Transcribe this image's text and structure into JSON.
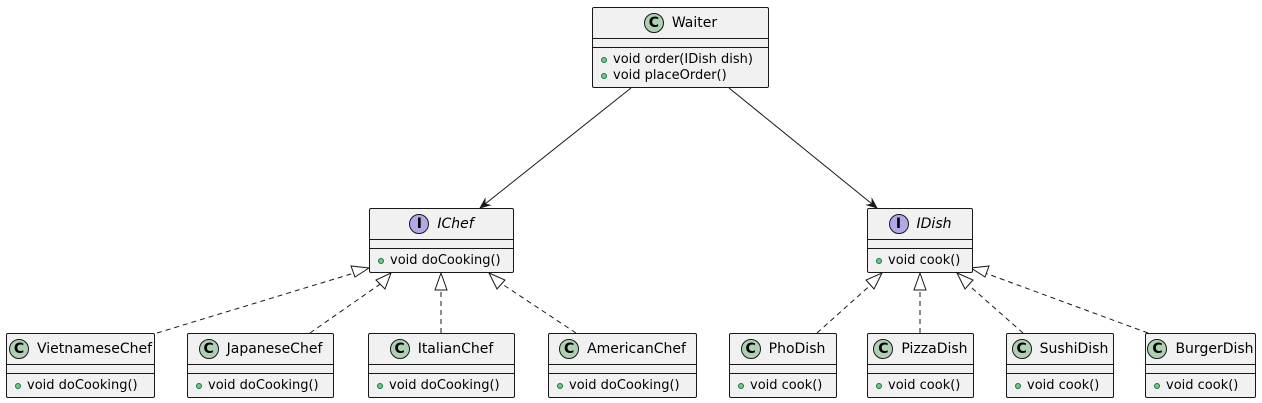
{
  "classes": {
    "waiter": {
      "name": "Waiter",
      "stereotype": "C",
      "methods": [
        "void order(IDish dish)",
        "void placeOrder()"
      ]
    },
    "ichef": {
      "name": "IChef",
      "stereotype": "I",
      "methods": [
        "void doCooking()"
      ]
    },
    "idish": {
      "name": "IDish",
      "stereotype": "I",
      "methods": [
        "void cook()"
      ]
    },
    "vietnamese": {
      "name": "VietnameseChef",
      "stereotype": "C",
      "methods": [
        "void doCooking()"
      ]
    },
    "japanese": {
      "name": "JapaneseChef",
      "stereotype": "C",
      "methods": [
        "void doCooking()"
      ]
    },
    "italian": {
      "name": "ItalianChef",
      "stereotype": "C",
      "methods": [
        "void doCooking()"
      ]
    },
    "american": {
      "name": "AmericanChef",
      "stereotype": "C",
      "methods": [
        "void doCooking()"
      ]
    },
    "pho": {
      "name": "PhoDish",
      "stereotype": "C",
      "methods": [
        "void cook()"
      ]
    },
    "pizza": {
      "name": "PizzaDish",
      "stereotype": "C",
      "methods": [
        "void cook()"
      ]
    },
    "sushi": {
      "name": "SushiDish",
      "stereotype": "C",
      "methods": [
        "void cook()"
      ]
    },
    "burger": {
      "name": "BurgerDish",
      "stereotype": "C",
      "methods": [
        "void cook()"
      ]
    }
  },
  "relations": [
    {
      "from": "waiter",
      "to": "ichef",
      "type": "association"
    },
    {
      "from": "waiter",
      "to": "idish",
      "type": "association"
    },
    {
      "from": "vietnamese",
      "to": "ichef",
      "type": "realization"
    },
    {
      "from": "japanese",
      "to": "ichef",
      "type": "realization"
    },
    {
      "from": "italian",
      "to": "ichef",
      "type": "realization"
    },
    {
      "from": "american",
      "to": "ichef",
      "type": "realization"
    },
    {
      "from": "pho",
      "to": "idish",
      "type": "realization"
    },
    {
      "from": "pizza",
      "to": "idish",
      "type": "realization"
    },
    {
      "from": "sushi",
      "to": "idish",
      "type": "realization"
    },
    {
      "from": "burger",
      "to": "idish",
      "type": "realization"
    }
  ],
  "colors": {
    "class_badge": "#add1b2",
    "interface_badge": "#b4a7e5",
    "box_fill": "#f1f1f1",
    "line": "#181818"
  }
}
